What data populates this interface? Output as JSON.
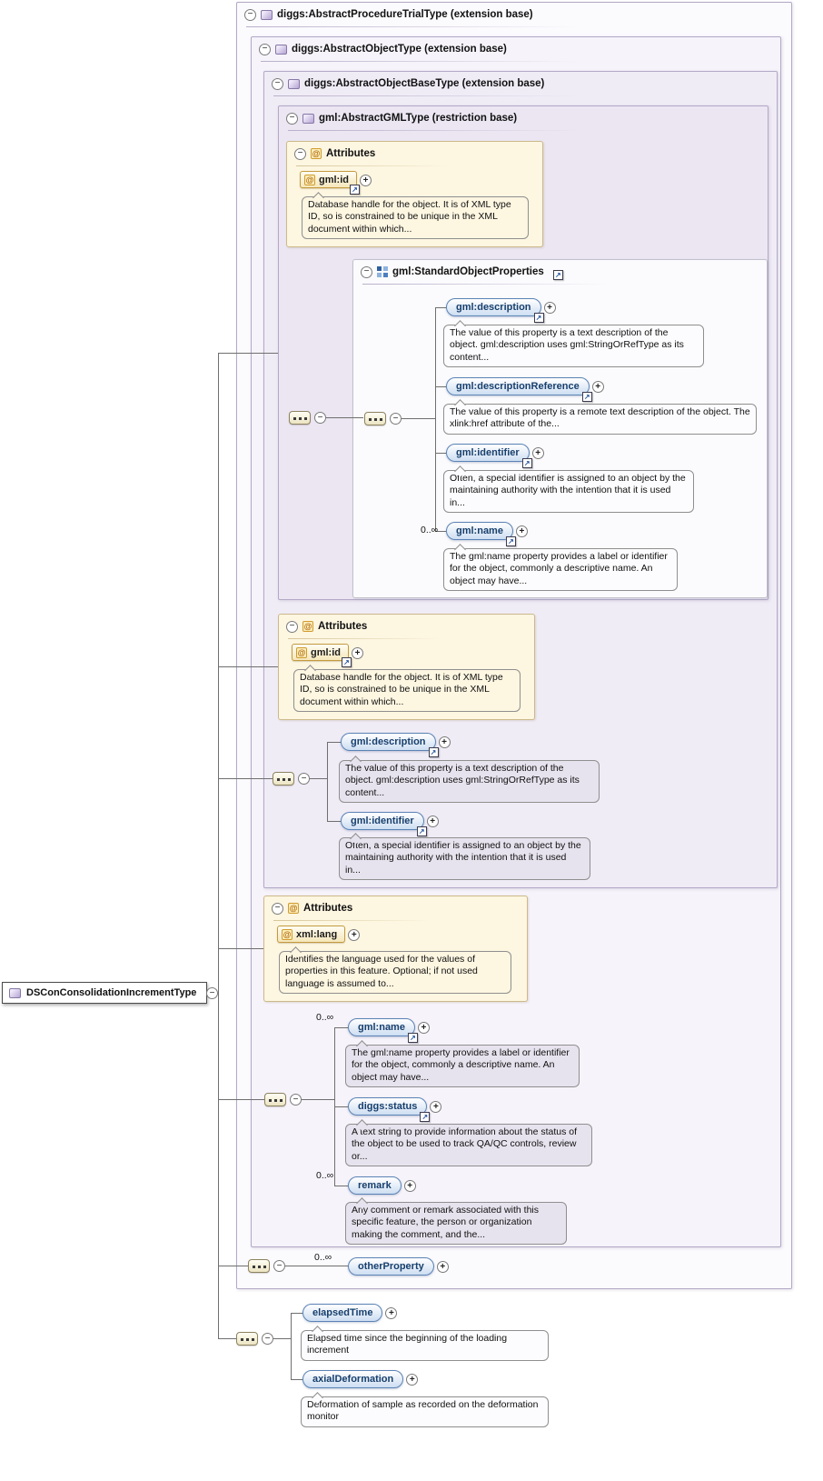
{
  "types": {
    "t1": "diggs:AbstractProcedureTrialType (extension base)",
    "t2": "diggs:AbstractObjectType (extension base)",
    "t3": "diggs:AbstractObjectBaseType (extension base)",
    "t4": "gml:AbstractGMLType (restriction base)"
  },
  "root": {
    "label": "DSConConsolidationIncrementType"
  },
  "group": {
    "title": "gml:StandardObjectProperties"
  },
  "attrs": {
    "section_title": "Attributes",
    "gml_id": {
      "name": "gml:id",
      "doc": "Database handle for the object. It is of XML type ID, so is constrained to be unique in the XML document within which..."
    },
    "xml_lang": {
      "name": "xml:lang",
      "doc": "Identifies the language used for the values of properties in this feature. Optional; if not used language is assumed to..."
    }
  },
  "els": {
    "description": {
      "label": "gml:description",
      "doc": "The value of this property is a text description of the object. gml:description uses gml:StringOrRefType as its content..."
    },
    "descriptionReference": {
      "label": "gml:descriptionReference",
      "doc": "The value of this property is a remote text description of the object. The xlink:href attribute of the..."
    },
    "identifier": {
      "label": "gml:identifier",
      "doc": "Often, a special identifier is assigned to an object by the maintaining authority with the intention that it is used in..."
    },
    "name": {
      "label": "gml:name",
      "card": "0..∞",
      "doc": "The gml:name property provides a label or identifier for the object, commonly a descriptive name. An object may have..."
    },
    "status": {
      "label": "diggs:status",
      "doc": "A text string to provide information about the status of the object to be used to track QA/QC controls, review or..."
    },
    "remark": {
      "label": "remark",
      "card": "0..∞",
      "doc": "Any comment or remark associated with this specific feature, the person or organization making the comment, and the..."
    },
    "otherProperty": {
      "label": "otherProperty",
      "card": "0..∞"
    },
    "elapsedTime": {
      "label": "elapsedTime",
      "doc": "Elapsed time since the beginning of the loading increment"
    },
    "axialDeformation": {
      "label": "axialDeformation",
      "doc": "Deformation of sample as recorded on the deformation monitor"
    }
  },
  "glyphs": {
    "collapse": "−",
    "expand": "+",
    "link": "↗",
    "at": "@"
  }
}
